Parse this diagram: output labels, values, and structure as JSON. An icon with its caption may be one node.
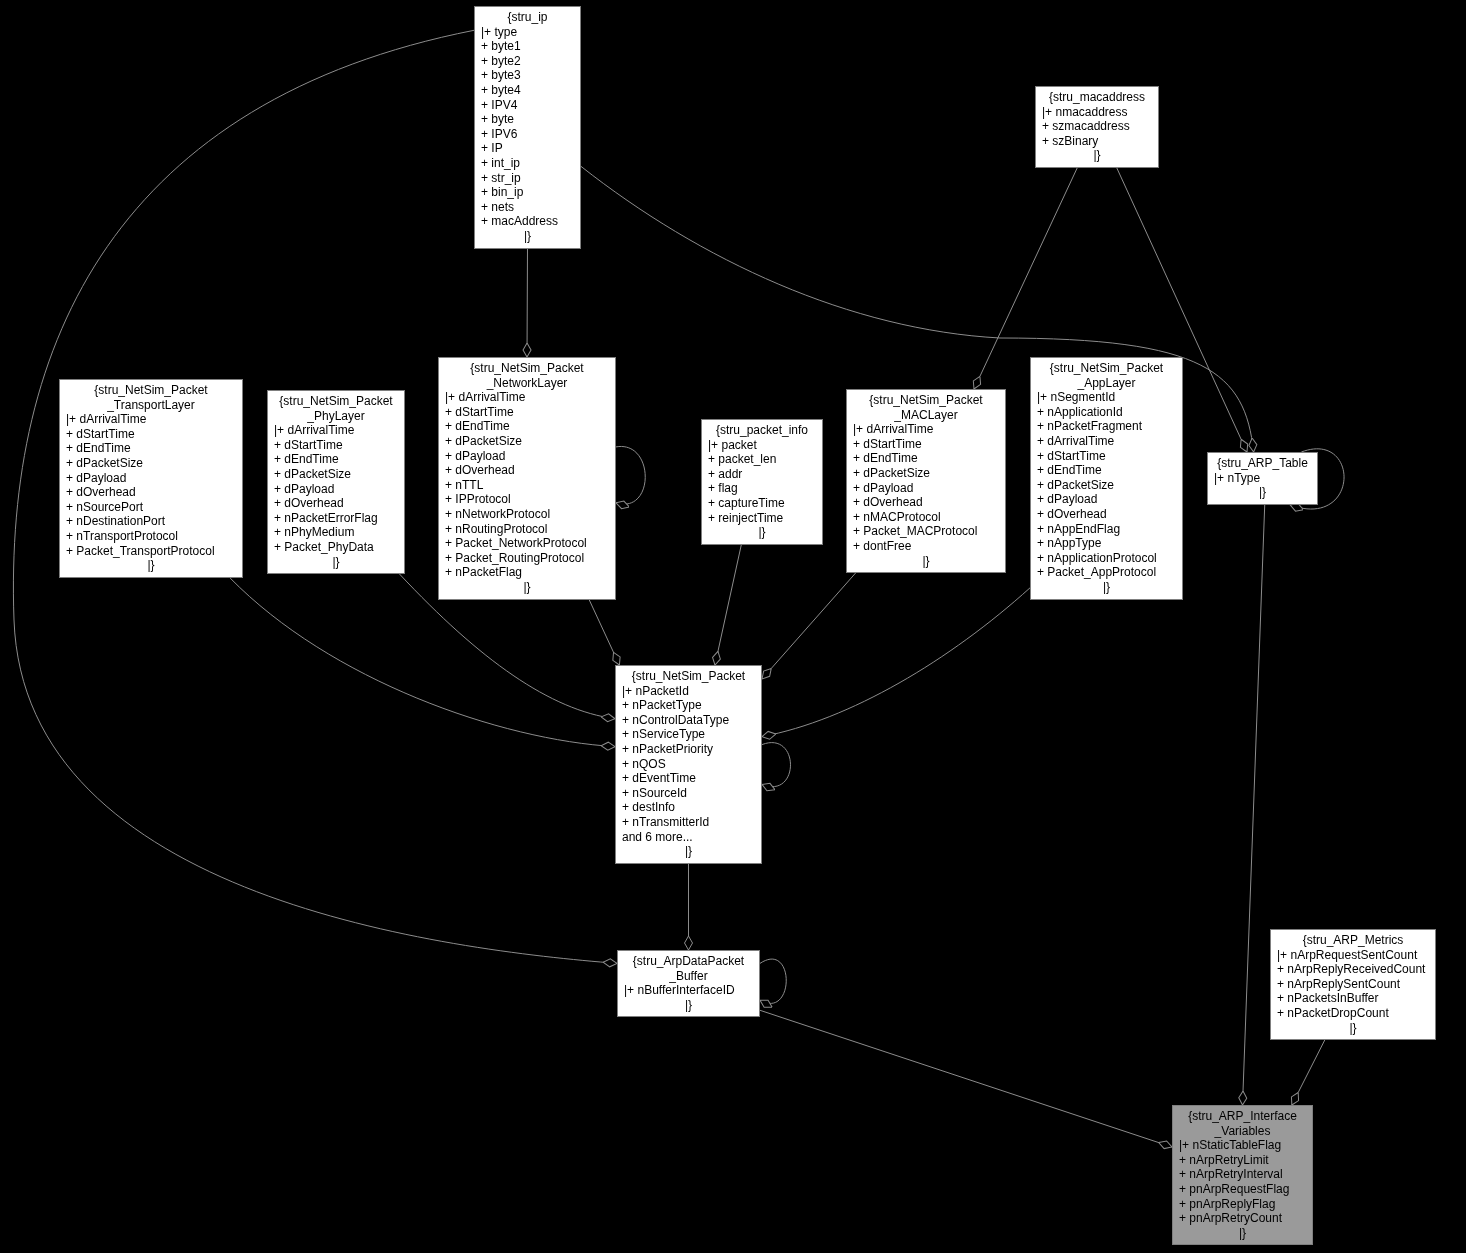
{
  "diagram": {
    "nodes": [
      {
        "text": [
          "{stru_ip",
          "|+ type",
          "+ byte1",
          "+ byte2",
          "+ byte3",
          "+ byte4",
          "+ IPV4",
          "+ byte",
          "+ IPV6",
          "+ IP",
          "+ int_ip",
          "+ str_ip",
          "+ bin_ip",
          "+ nets",
          "+ macAddress",
          "|}"
        ]
      },
      {
        "text": [
          "{stru_macaddress",
          "|+ nmacaddress",
          "+ szmacaddress",
          "+ szBinary",
          "|}"
        ]
      },
      {
        "text": [
          "{stru_NetSim_Packet _TransportLayer",
          "|+ dArrivalTime",
          "+ dStartTime",
          "+ dEndTime",
          "+ dPacketSize",
          "+ dPayload",
          "+ dOverhead",
          "+ nSourcePort",
          "+ nDestinationPort",
          "+ nTransportProtocol",
          "+ Packet_TransportProtocol",
          "|}"
        ]
      },
      {
        "text": [
          "{stru_NetSim_Packet _PhyLayer",
          "|+ dArrivalTime",
          "+ dStartTime",
          "+ dEndTime",
          "+ dPacketSize",
          "+ dPayload",
          "+ dOverhead",
          "+ nPacketErrorFlag",
          "+ nPhyMedium",
          "+ Packet_PhyData",
          "|}"
        ]
      },
      {
        "text": [
          "{stru_NetSim_Packet _NetworkLayer",
          "|+ dArrivalTime",
          "+ dStartTime",
          "+ dEndTime",
          "+ dPacketSize",
          "+ dPayload",
          "+ dOverhead",
          "+ nTTL",
          "+ IPProtocol",
          "+ nNetworkProtocol",
          "+ nRoutingProtocol",
          "+ Packet_NetworkProtocol",
          "+ Packet_RoutingProtocol",
          "+ nPacketFlag",
          "|}"
        ]
      },
      {
        "text": [
          "{stru_packet_info",
          "|+ packet",
          "+ packet_len",
          "+ addr",
          "+ flag",
          "+ captureTime",
          "+ reinjectTime",
          "|}"
        ]
      },
      {
        "text": [
          "{stru_NetSim_Packet _MACLayer",
          "|+ dArrivalTime",
          "+ dStartTime",
          "+ dEndTime",
          "+ dPacketSize",
          "+ dPayload",
          "+ dOverhead",
          "+ nMACProtocol",
          "+ Packet_MACProtocol",
          "+ dontFree",
          "|}"
        ]
      },
      {
        "text": [
          "{stru_NetSim_Packet _AppLayer",
          "|+ nSegmentId",
          "+ nApplicationId",
          "+ nPacketFragment",
          "+ dArrivalTime",
          "+ dStartTime",
          "+ dEndTime",
          "+ dPacketSize",
          "+ dPayload",
          "+ dOverhead",
          "+ nAppEndFlag",
          "+ nAppType",
          "+ nApplicationProtocol",
          "+ Packet_AppProtocol",
          "|}"
        ]
      },
      {
        "text": [
          "{stru_ARP_Table",
          "|+ nType",
          "|}"
        ]
      },
      {
        "text": [
          "{stru_NetSim_Packet",
          "|+ nPacketId",
          "+ nPacketType",
          "+ nControlDataType",
          "+ nServiceType",
          "+ nPacketPriority",
          "+ nQOS",
          "+ dEventTime",
          "+ nSourceId",
          "+ destInfo",
          "+ nTransmitterId",
          "and 6 more...",
          "|}"
        ]
      },
      {
        "text": [
          "{stru_ArpDataPacket _Buffer",
          "|+ nBufferInterfaceID",
          "|}"
        ]
      },
      {
        "text": [
          "{stru_ARP_Metrics",
          "|+ nArpRequestSentCount",
          "+ nArpReplyReceivedCount",
          "+ nArpReplySentCount",
          "+ nPacketsInBuffer",
          "+ nPacketDropCount",
          "|}"
        ]
      },
      {
        "text": [
          "{stru_ARP_Interface _Variables",
          "|+ nStaticTableFlag",
          "+ nArpRetryLimit",
          "+ nArpRetryInterval",
          "+ pnArpRequestFlag",
          "+ pnArpReplyFlag",
          "+ pnArpRetryCount",
          "|}"
        ]
      }
    ],
    "edges": [
      {
        "from": 0,
        "to": 4,
        "arrow": "other"
      },
      {
        "from": 0,
        "to": 8,
        "arrow": "other"
      },
      {
        "from": 0,
        "to": 10,
        "arrow": "other"
      },
      {
        "from": 1,
        "to": 6,
        "arrow": "other"
      },
      {
        "from": 1,
        "to": 8,
        "arrow": "other"
      },
      {
        "from": 4,
        "to": 4,
        "arrow": "other"
      },
      {
        "from": 2,
        "to": 9,
        "arrow": "other"
      },
      {
        "from": 3,
        "to": 9,
        "arrow": "other"
      },
      {
        "from": 4,
        "to": 9,
        "arrow": "other"
      },
      {
        "from": 5,
        "to": 9,
        "arrow": "other"
      },
      {
        "from": 6,
        "to": 9,
        "arrow": "other"
      },
      {
        "from": 7,
        "to": 9,
        "arrow": "other"
      },
      {
        "from": 9,
        "to": 9,
        "arrow": "other"
      },
      {
        "from": 9,
        "to": 10,
        "arrow": "other"
      },
      {
        "from": 10,
        "to": 10,
        "arrow": "other"
      },
      {
        "from": 8,
        "to": 8,
        "arrow": "other"
      },
      {
        "from": 8,
        "to": 12,
        "arrow": "other"
      },
      {
        "from": 10,
        "to": 12,
        "arrow": "other"
      },
      {
        "from": 11,
        "to": 12,
        "arrow": "other"
      }
    ]
  }
}
